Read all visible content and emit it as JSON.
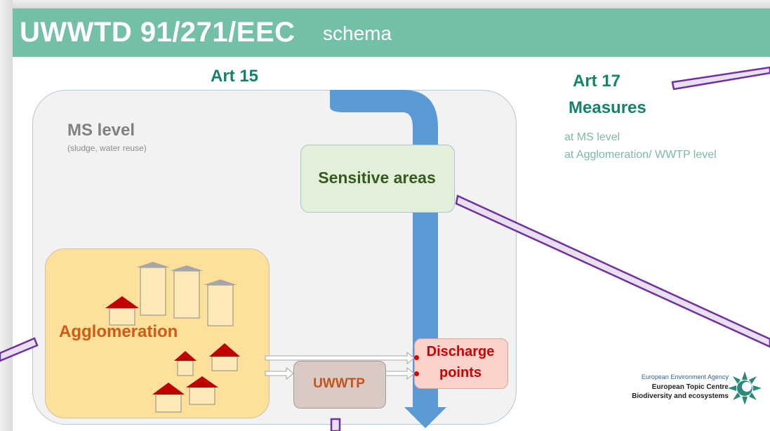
{
  "header": {
    "title": "UWWTD  91/271/EEC",
    "subtitle": "schema"
  },
  "art15": "Art 15",
  "ms_level": {
    "title": "MS level",
    "subtitle": "(sludge, water reuse)"
  },
  "sensitive_areas": "Sensitive areas",
  "agglomeration": "Agglomeration",
  "uwwtp": "UWWTP",
  "discharge": {
    "line1": "Discharge",
    "line2": "points"
  },
  "art17": {
    "title": "Art 17",
    "measures": "Measures",
    "items": [
      "at MS level",
      "at Agglomeration/ WWTP level"
    ]
  },
  "logo": {
    "agency": "European Environment Agency",
    "line1": "European Topic Centre",
    "line2": "Biodiversity and ecosystems"
  },
  "colors": {
    "header": "#73bfa8",
    "accent_green": "#13836a",
    "flow_arrow": "#5b9bd5",
    "callout": "#7030a0",
    "house_roof": "#c00000"
  }
}
